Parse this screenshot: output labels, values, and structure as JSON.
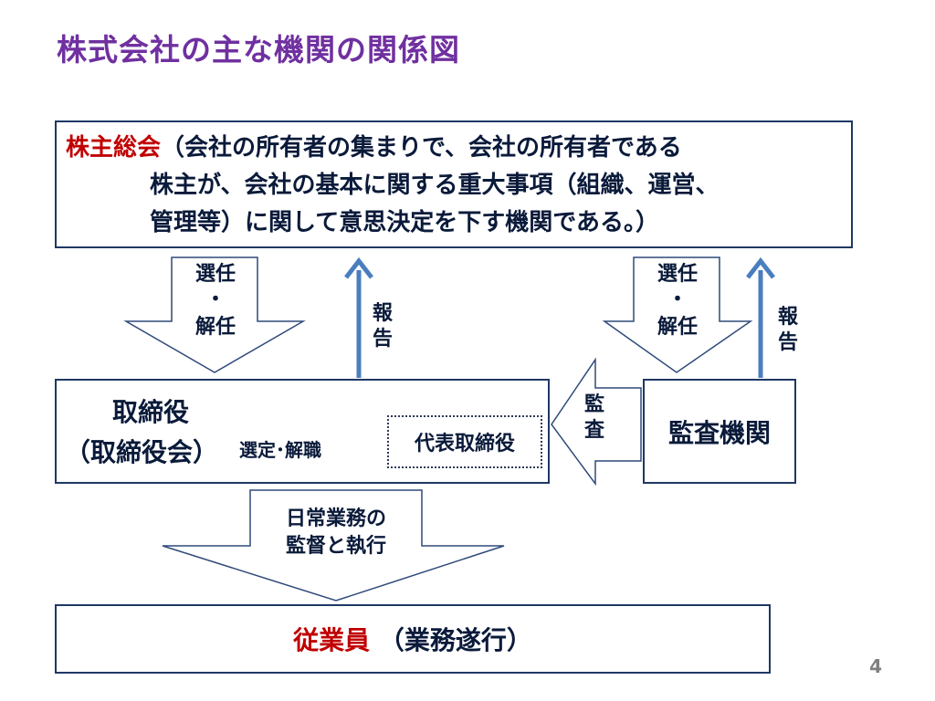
{
  "title": "株式会社の主な機関の関係図",
  "shareholders": {
    "name": "株主総会",
    "line1": "（会社の所有者の集まりで、会社の所有者である",
    "line2": "株主が、会社の基本に関する重大事項（組織、運営、",
    "line3": "管理等）に関して意思決定を下す機関である。）"
  },
  "arrows": {
    "elect_dismiss_left": [
      "選任",
      "・",
      "解任"
    ],
    "report_left": [
      "報",
      "告"
    ],
    "elect_dismiss_right": [
      "選任",
      "・",
      "解任"
    ],
    "report_right": [
      "報",
      "告"
    ],
    "audit": [
      "監",
      "査"
    ],
    "select_dismiss": "選定･解職",
    "daily_ops": [
      "日常業務の",
      "監督と執行"
    ]
  },
  "directors": {
    "line1": "取締役",
    "line2": "（取締役会）"
  },
  "representative": "代表取締役",
  "auditor": "監査機関",
  "employees": {
    "name": "従業員",
    "role": "（業務遂行）"
  },
  "page_number": "4",
  "colors": {
    "title": "#7030a0",
    "accent_red": "#c00000",
    "border": "#1f3864",
    "report_arrow": "#4a7ebf"
  }
}
